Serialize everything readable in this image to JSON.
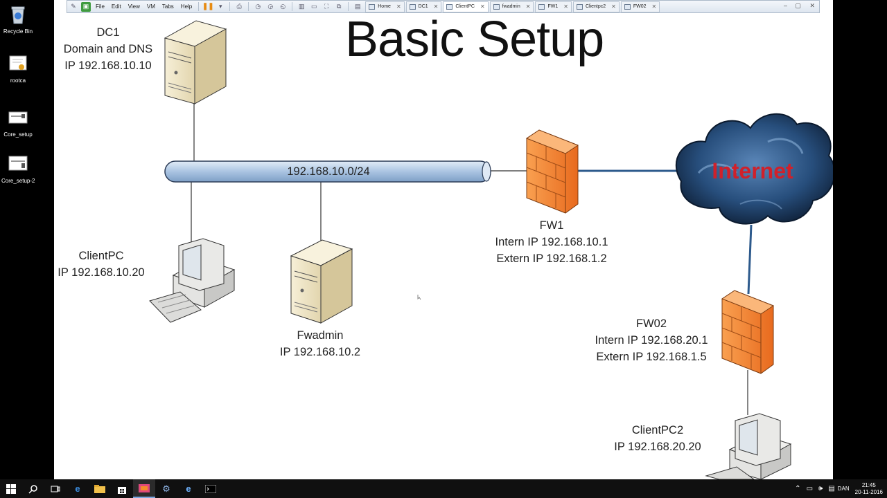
{
  "desktop": {
    "icons": [
      {
        "label": "Recycle Bin",
        "icon": "recycle-bin-icon"
      },
      {
        "label": "rootca",
        "icon": "certificate-icon"
      },
      {
        "label": "Core_setup",
        "icon": "document-icon"
      },
      {
        "label": "Core_setup-2",
        "icon": "document-icon"
      }
    ]
  },
  "vmware": {
    "menu": [
      "File",
      "Edit",
      "View",
      "VM",
      "Tabs",
      "Help"
    ],
    "tabs": [
      {
        "label": "Home",
        "active": false
      },
      {
        "label": "DC1",
        "active": false
      },
      {
        "label": "ClientPC",
        "active": true
      },
      {
        "label": "fwadmin",
        "active": false
      },
      {
        "label": "FW1",
        "active": false
      },
      {
        "label": "Clientpc2",
        "active": false
      },
      {
        "label": "FW02",
        "active": false
      }
    ],
    "tab_close": "✕",
    "window_controls": {
      "minimize": "–",
      "restore": "▢",
      "close": "✕"
    }
  },
  "slide": {
    "title": "Basic Setup",
    "dc1": {
      "name": "DC1",
      "role": "Domain and DNS",
      "ip": "IP 192.168.10.10"
    },
    "network": "192.168.10.0/24",
    "clientpc": {
      "name": "ClientPC",
      "ip": "IP 192.168.10.20"
    },
    "fwadmin": {
      "name": "Fwadmin",
      "ip": "IP 192.168.10.2"
    },
    "fw1": {
      "name": "FW1",
      "intern": "Intern IP 192.168.10.1",
      "extern": "Extern IP 192.168.1.2"
    },
    "internet": "Internet",
    "fw02": {
      "name": "FW02",
      "intern": "Intern IP 192.168.20.1",
      "extern": "Extern IP 192.168.1.5"
    },
    "clientpc2": {
      "name": "ClientPC2",
      "ip": "IP 192.168.20.20"
    }
  },
  "taskbar": {
    "apps": [
      "windows-start-icon",
      "search-icon",
      "task-view-icon",
      "edge-icon",
      "file-explorer-icon",
      "store-icon",
      "vmware-icon",
      "network-tool-icon",
      "internet-explorer-icon",
      "terminal-icon"
    ],
    "language": "DAN",
    "time": "21:45",
    "date": "20-11-2016"
  },
  "colors": {
    "firewall": "#f07a2a",
    "server": "#efe5c8",
    "cloud": "#1c3f66",
    "internet_text": "#d0202a",
    "link": "#2d5a8c",
    "pipe": "#b7cde6"
  }
}
